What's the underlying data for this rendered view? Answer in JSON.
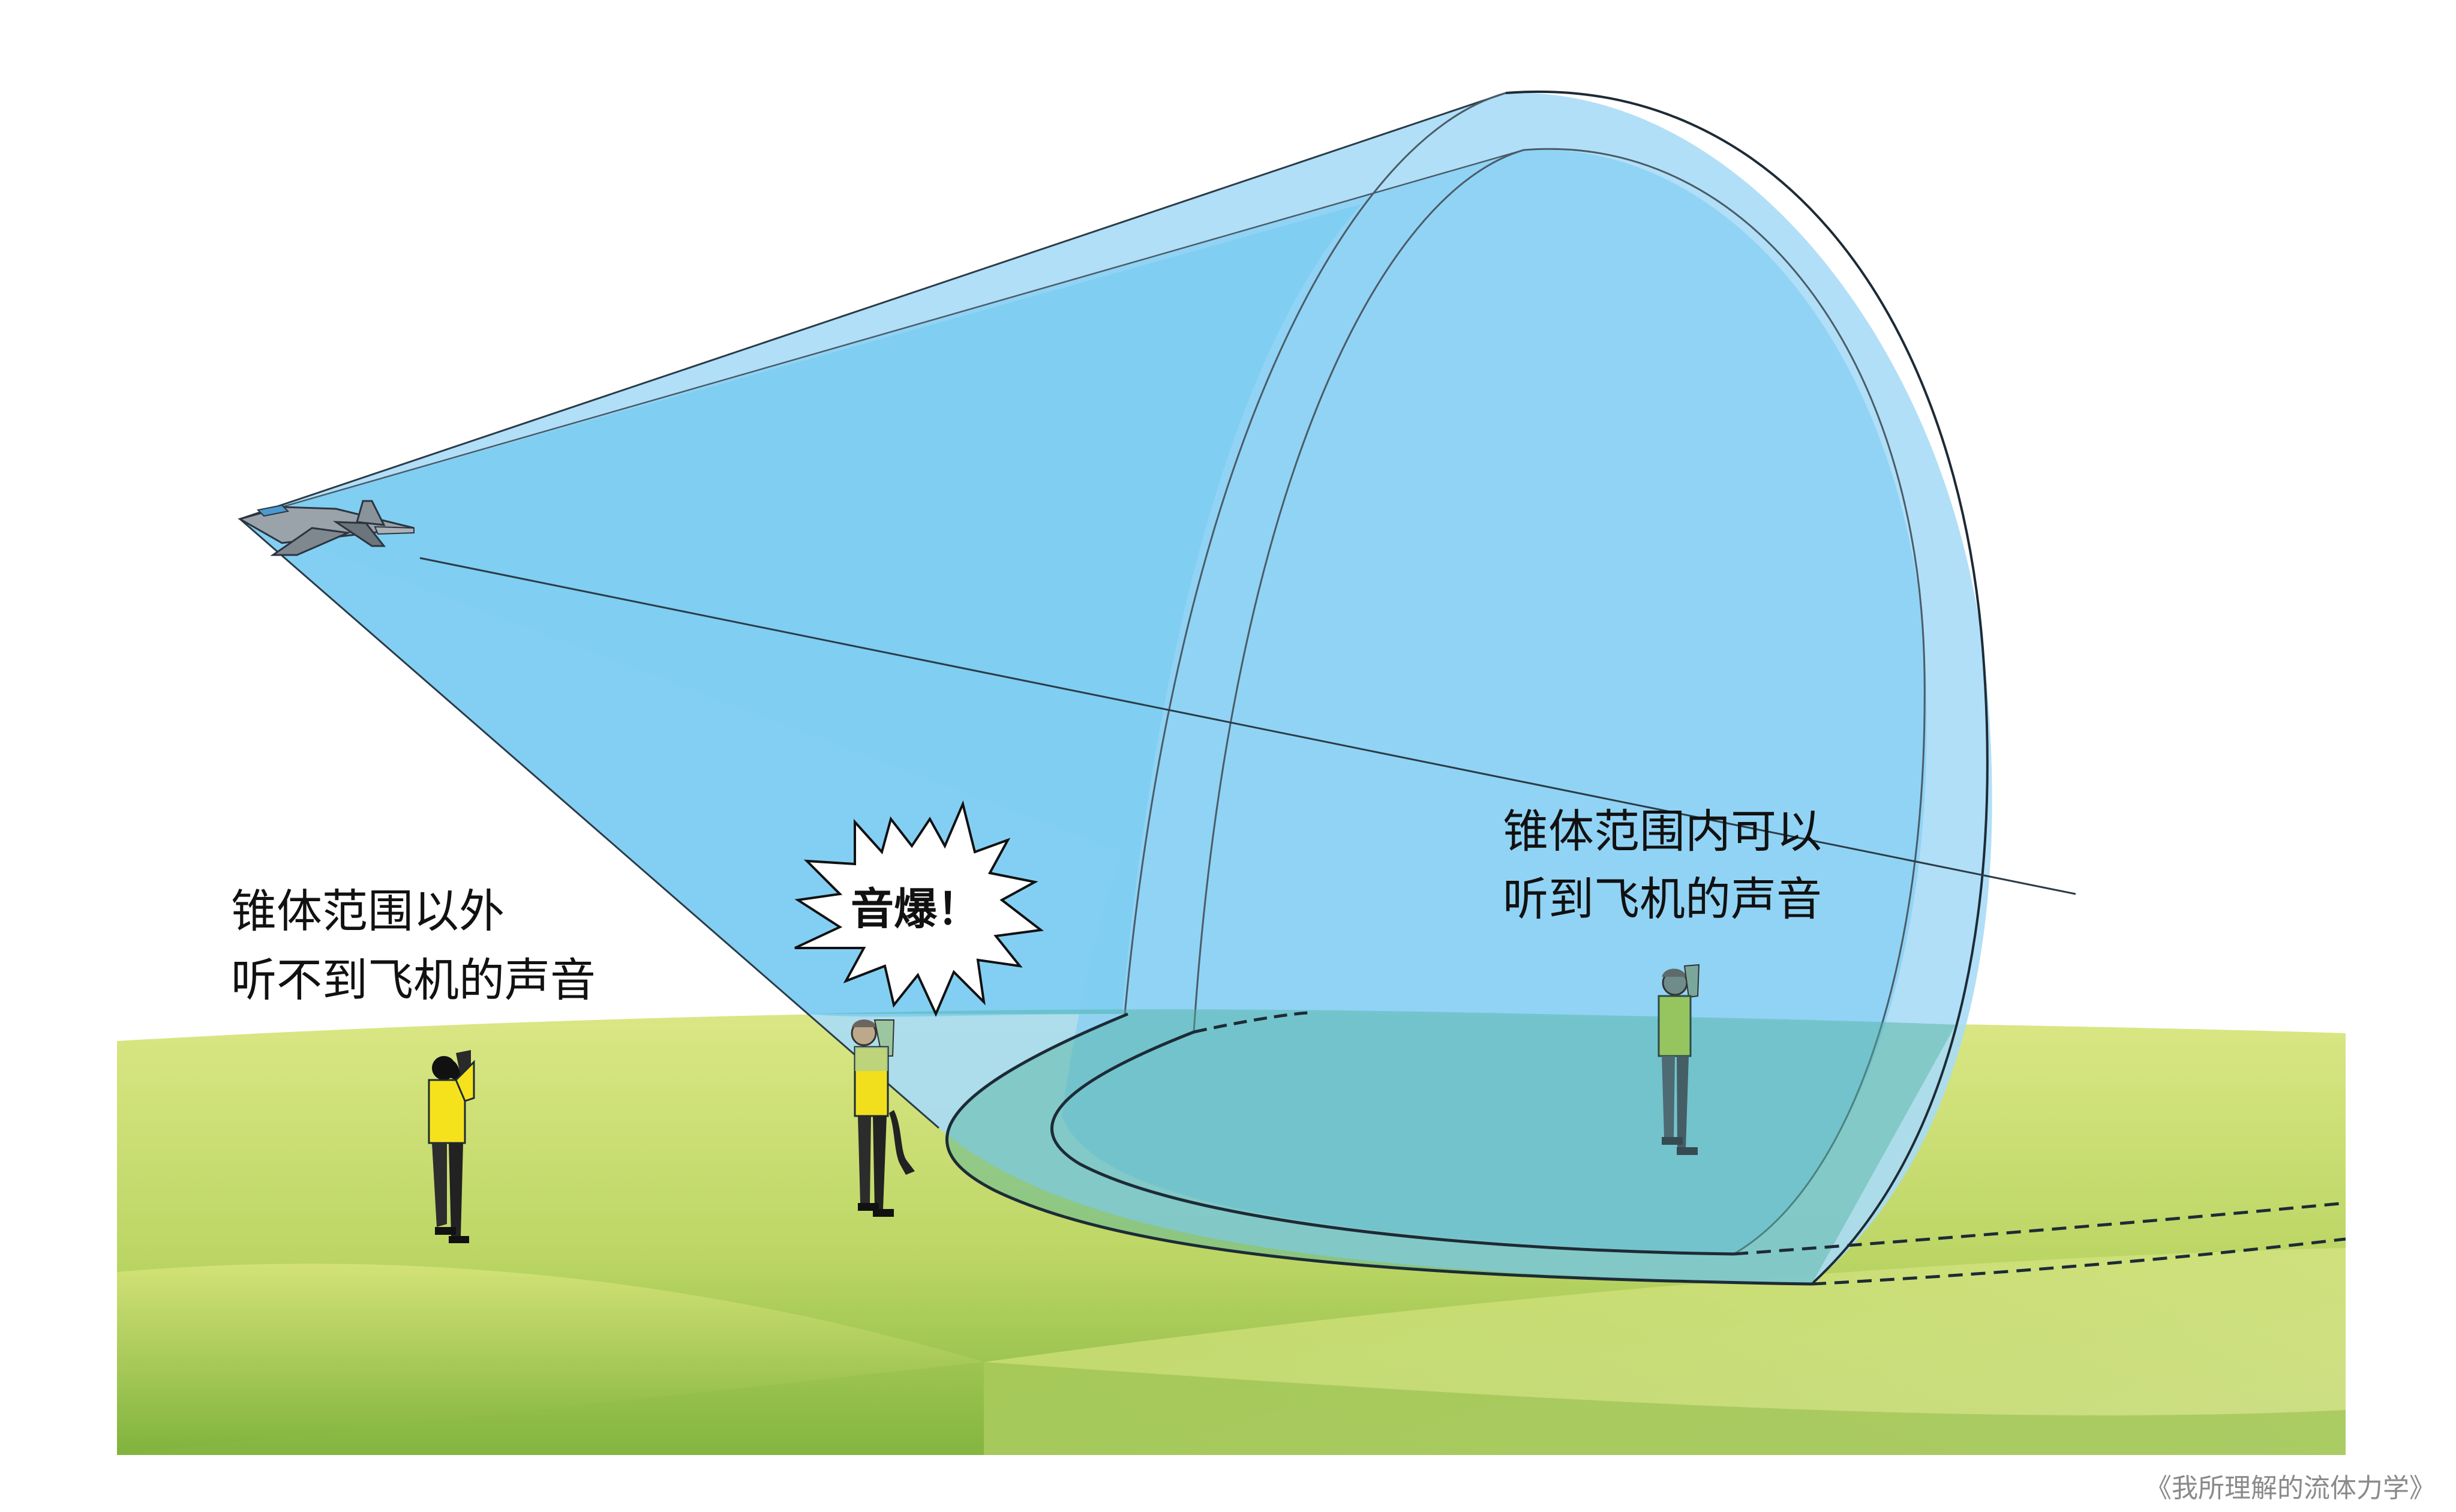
{
  "outside_label": {
    "line1": "锥体范围以外",
    "line2": "听不到飞机的声音"
  },
  "inside_label": {
    "line1": "锥体范围内可以",
    "line2": "听到飞机的声音"
  },
  "boom_label": "音爆！",
  "credit": "《我所理解的流体力学》",
  "colors": {
    "cone_outer": "#a9dcf6",
    "cone_inner": "#7fcbef",
    "ground_light": "#d3e27a",
    "ground_dark": "#8cbd45",
    "shirt_yellow": "#f5e21c",
    "shirt_green": "#a8cf58",
    "outline": "#1d2b36"
  },
  "icons": {
    "aircraft": "jet-fighter-icon",
    "burst": "explosion-burst-icon"
  }
}
